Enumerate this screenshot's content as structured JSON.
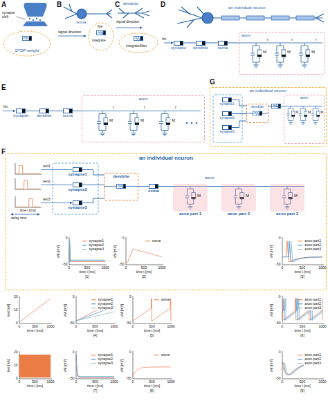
{
  "diagram": {
    "nodes": [
      {
        "text": [
          "STDP weight"
        ]
      },
      {
        "text": [
          "synapse"
        ]
      },
      {
        "text": [
          "dendrite"
        ]
      },
      {
        "text": [
          "soma"
        ]
      },
      {
        "text": [
          "axon"
        ]
      },
      {
        "text": [
          "synapse"
        ]
      },
      {
        "text": [
          "dendrite"
        ]
      },
      {
        "text": [
          "soma"
        ]
      },
      {
        "text": [
          "axon"
        ]
      },
      {
        "text": [
          "an individual neuron"
        ]
      },
      {
        "text": [
          "synapse1"
        ],
        "in": 9
      },
      {
        "text": [
          "synapse2"
        ],
        "in": 9
      },
      {
        "text": [
          "synapse3"
        ],
        "in": 9
      },
      {
        "text": [
          "dendrite"
        ],
        "in": 9
      },
      {
        "text": [
          "axon"
        ],
        "in": 9
      },
      {
        "text": [
          "an individual neuron"
        ]
      },
      {
        "text": [
          "synapse1"
        ],
        "in": 15
      },
      {
        "text": [
          "synapse2"
        ],
        "in": 15
      },
      {
        "text": [
          "synapse3"
        ],
        "in": 15
      },
      {
        "text": [
          "dendrite"
        ],
        "in": 15
      },
      {
        "text": [
          "soma"
        ],
        "in": 15
      },
      {
        "text": [
          "axon part 1"
        ],
        "in": 15
      },
      {
        "text": [
          "axon part 2"
        ],
        "in": 15
      },
      {
        "text": [
          "axon part 3"
        ],
        "in": 15
      }
    ],
    "edges": [
      {
        "from": 1,
        "to": 2,
        "arrow": "none"
      },
      {
        "from": 2,
        "to": 3,
        "arrow": "none"
      },
      {
        "from": 3,
        "to": 4,
        "arrow": "none"
      },
      {
        "from": 5,
        "to": 6,
        "arrow": "none"
      },
      {
        "from": 6,
        "to": 7,
        "arrow": "none"
      },
      {
        "from": 7,
        "to": 8,
        "arrow": "none"
      },
      {
        "from": 10,
        "to": 13,
        "arrow": "none"
      },
      {
        "from": 11,
        "to": 13,
        "arrow": "none"
      },
      {
        "from": 12,
        "to": 13,
        "arrow": "none"
      },
      {
        "from": 13,
        "to": 14,
        "arrow": "none"
      },
      {
        "from": 16,
        "to": 19,
        "arrow": "none"
      },
      {
        "from": 17,
        "to": 19,
        "arrow": "none"
      },
      {
        "from": 18,
        "to": 19,
        "arrow": "none"
      },
      {
        "from": 19,
        "to": 20,
        "arrow": "none"
      },
      {
        "from": 20,
        "to": 21,
        "arrow": "none"
      },
      {
        "from": 21,
        "to": 22,
        "arrow": "none"
      },
      {
        "from": 22,
        "to": 23,
        "arrow": "none"
      }
    ],
    "labels": [
      "A",
      "B",
      "C",
      "D",
      "synapse cleft",
      "soma",
      "signal direction",
      "fire",
      "integrate",
      "dendrite",
      "signal direction",
      "integrate/filter",
      "an individual neuron",
      "Iin",
      "r",
      "r",
      "r",
      "M",
      "M",
      "M",
      "E",
      "Iin",
      "r",
      "r",
      "r",
      "M",
      "M",
      "M",
      "G",
      "M",
      "M",
      "M",
      "F",
      "Iext1",
      "Iext2",
      "Iext3",
      "delay time",
      "axon",
      "M",
      "M",
      "M",
      "time t [ms]",
      "vM [mV]",
      "time t [ms]",
      "-50",
      "0",
      "0",
      "500",
      "1000",
      "synapse1",
      "synapse2",
      "synapse3",
      "[1]",
      "vM [mV]",
      "time t [ms]",
      "-50",
      "0",
      "0",
      "500",
      "1000",
      "soma",
      "[2]",
      "vM [mV]",
      "time t [ms]",
      "-50",
      "0",
      "0",
      "500",
      "1000",
      "axon part1",
      "axon part2",
      "axon part3",
      "[3]",
      "Iext [nA]",
      "time t [ms]",
      "0",
      "10",
      "20",
      "0",
      "500",
      "1000",
      "vM [mV]",
      "time t [ms]",
      "-50",
      "0",
      "0",
      "500",
      "1000",
      "synapse1",
      "synapse2",
      "synapse3",
      "[4]",
      "vM [mV]",
      "time t [ms]",
      "-50",
      "0",
      "0",
      "500",
      "1000",
      "soma",
      "[5]",
      "vM [mV]",
      "time t [ms]",
      "-50",
      "0",
      "0",
      "500",
      "1000",
      "axon part1",
      "axon part2",
      "axon part3",
      "[6]",
      "Iext [nA]",
      "time t [ms]",
      "0",
      "10",
      "20",
      "0",
      "500",
      "1000",
      "vM [mV]",
      "time t [ms]",
      "-50",
      "0",
      "0",
      "500",
      "1000",
      "synapse1",
      "synapse2",
      "synapse3",
      "[7]",
      "vM [mV]",
      "time t [ms]",
      "-50",
      "0",
      "0",
      "500",
      "1000",
      "soma",
      "[8]",
      "vM [mV]",
      "time t [ms]",
      "-50",
      "0",
      "0",
      "500",
      "1000",
      "axon part1",
      "axon part2",
      "axon part3",
      "[9]"
    ]
  }
}
